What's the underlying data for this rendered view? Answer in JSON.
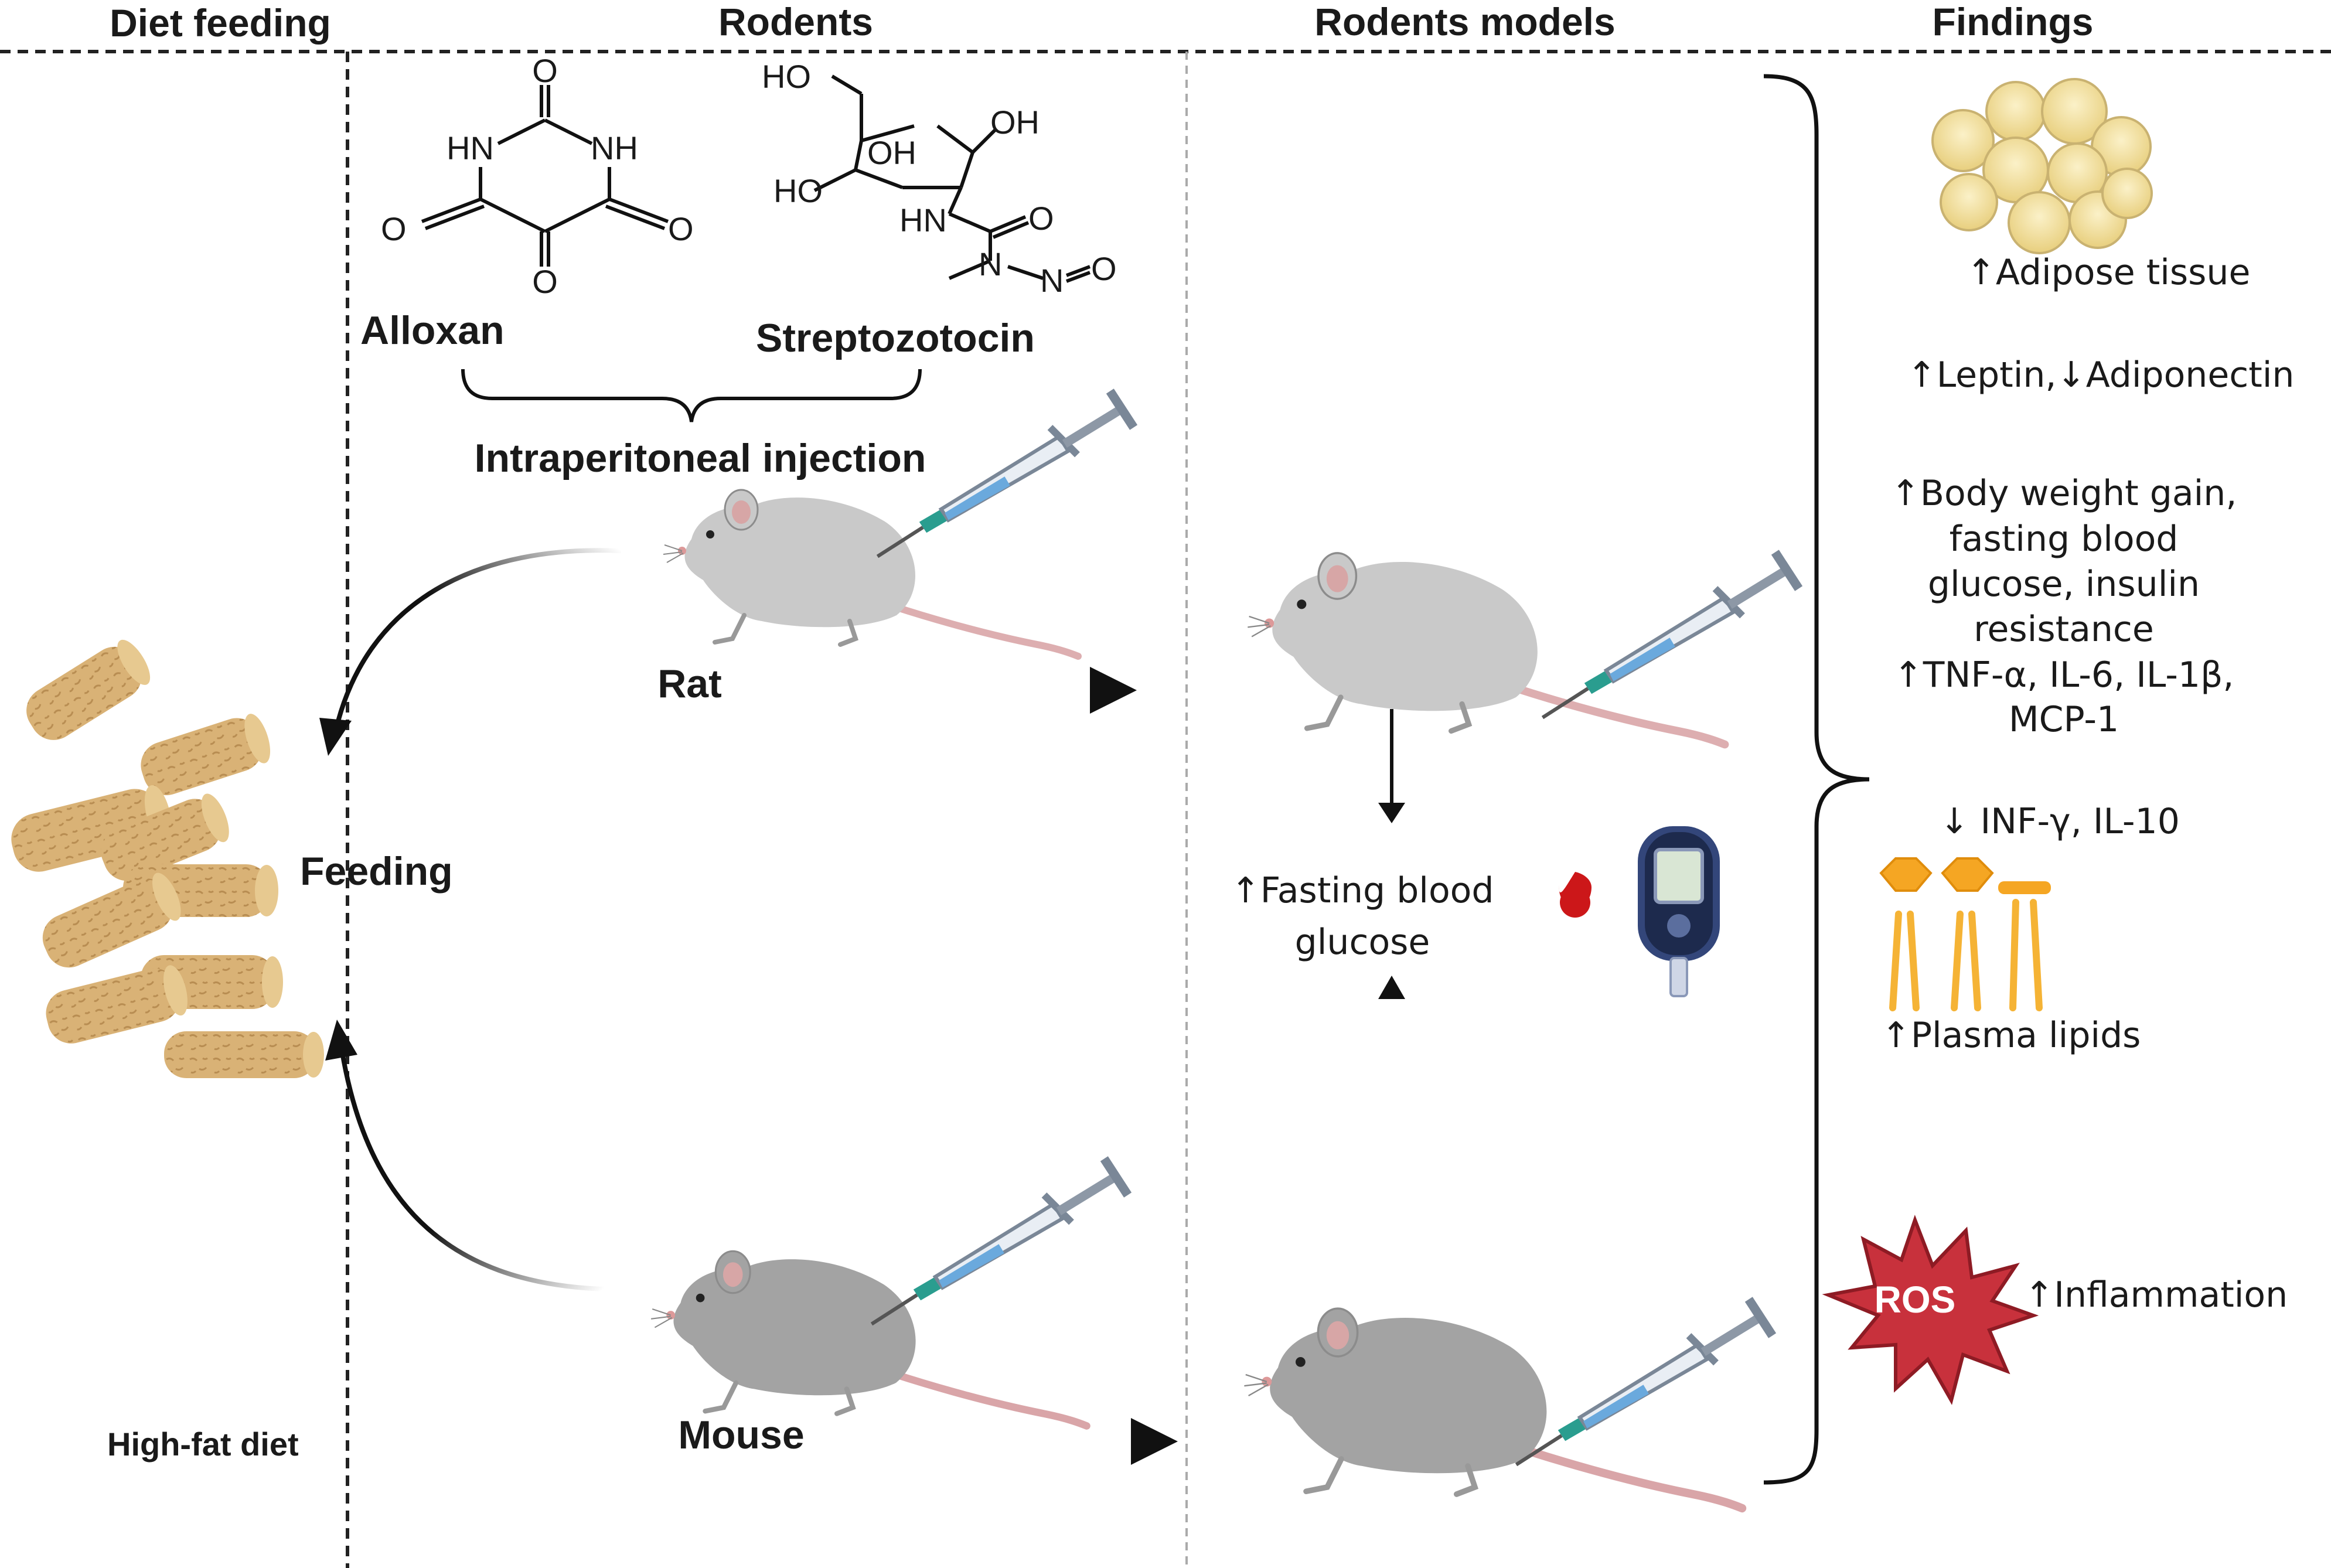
{
  "headers": {
    "diet_feeding": "Diet feeding",
    "rodents": "Rodents",
    "rodents_models": "Rodents models",
    "findings": "Findings"
  },
  "chemicals": {
    "alloxan": {
      "name": "Alloxan",
      "atoms": {
        "o_top": "O",
        "hn_left": "HN",
        "nh_right": "NH",
        "o_left": "O",
        "o_right": "O",
        "o_bottom": "O"
      }
    },
    "streptozotocin": {
      "name": "Streptozotocin",
      "atoms": {
        "ho_top": "HO",
        "oh_ring": "OH",
        "oh_inner": "OH",
        "ho_left": "HO",
        "hn": "HN",
        "o_amide": "O",
        "n": "N",
        "n_nitroso": "N",
        "o_nitroso": "O"
      }
    }
  },
  "route_label": "Intraperitoneal injection",
  "animals": {
    "rat": "Rat",
    "mouse": "Mouse"
  },
  "diet": {
    "feeding": "Feeding",
    "high_fat_diet": "High-fat diet"
  },
  "model_result": {
    "line1": "↑Fasting blood",
    "line2": "glucose"
  },
  "findings": {
    "adipose": "↑Adipose tissue",
    "leptin": "↑Leptin,↓Adiponectin",
    "body_weight": [
      "↑Body weight gain,",
      "fasting blood",
      "glucose, insulin",
      "resistance"
    ],
    "cytokines_up": [
      "↑TNF-α, IL-6, IL-1β,",
      "MCP-1"
    ],
    "cytokines_down": "↓ INF-γ, IL-10",
    "plasma_lipids": "↑Plasma lipids",
    "ros": "ROS",
    "inflammation": "↑Inflammation"
  },
  "icons": [
    "alloxan-structure-icon",
    "streptozotocin-structure-icon",
    "syringe-icon",
    "rat-icon",
    "mouse-icon",
    "chow-pellets-icon",
    "blood-drop-icon",
    "glucometer-icon",
    "adipocytes-icon",
    "lipid-molecules-icon",
    "ros-burst-icon",
    "curly-brace-icon"
  ],
  "colors": {
    "rat": "#c9c9c9",
    "mouse": "#a3a3a3",
    "tail": "#ddaeb0",
    "pellet": "#dcb77e",
    "adipocyte": "#f4e3a1",
    "lipid": "#f5b335",
    "ros": "#c8313c",
    "blood": "#cc1719",
    "glucometer": "#33467a"
  }
}
